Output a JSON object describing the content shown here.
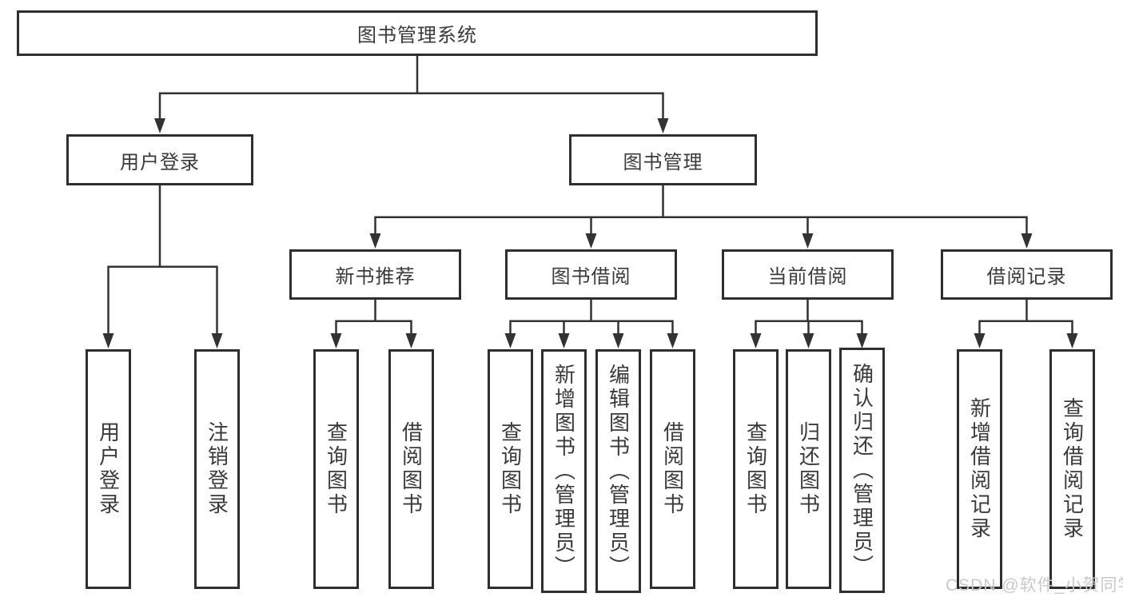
{
  "colors": {
    "line": "#333333",
    "box_border": "#2e2e2e",
    "text": "#3a3a3a",
    "background": "#ffffff",
    "watermark_text": "#c9c9c9"
  },
  "tree": {
    "root": {
      "label": "图书管理系统"
    },
    "branches": [
      {
        "label": "用户登录",
        "children": [
          {
            "label": "用户登录"
          },
          {
            "label": "注销登录"
          }
        ]
      },
      {
        "label": "图书管理",
        "children": [
          {
            "label": "新书推荐",
            "children": [
              {
                "label": "查询图书"
              },
              {
                "label": "借阅图书"
              }
            ]
          },
          {
            "label": "图书借阅",
            "children": [
              {
                "label": "查询图书"
              },
              {
                "label": "新增图书（管理员）"
              },
              {
                "label": "编辑图书（管理员）"
              },
              {
                "label": "借阅图书"
              }
            ]
          },
          {
            "label": "当前借阅",
            "children": [
              {
                "label": "查询图书"
              },
              {
                "label": "归还图书"
              },
              {
                "label": "确认归还（管理员）"
              }
            ]
          },
          {
            "label": "借阅记录",
            "children": [
              {
                "label": "新增借阅记录"
              },
              {
                "label": "查询借阅记录"
              }
            ]
          }
        ]
      }
    ]
  },
  "watermark": {
    "label": "CSDN @软件_小贺同学"
  }
}
